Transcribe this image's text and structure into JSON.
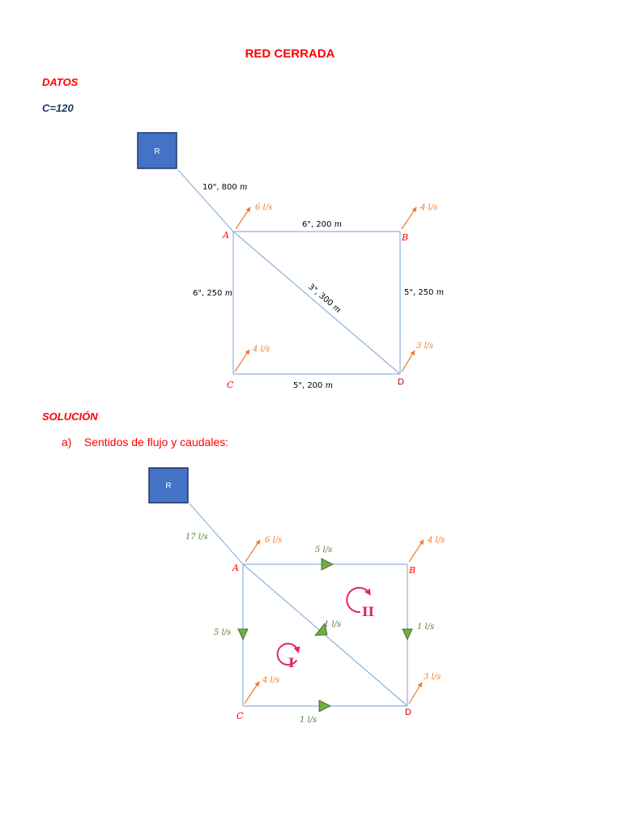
{
  "title": "RED CERRADA",
  "datos_heading": "DATOS",
  "c_value": "C=120",
  "solucion_heading": "SOLUCIÓN",
  "item_a": {
    "label": "a)",
    "text": "Sentidos de flujo y caudales:"
  },
  "reservoir_label": "R",
  "nodes": {
    "a": "A",
    "b": "B",
    "c": "C",
    "d": "D"
  },
  "diagram1": {
    "pipes": {
      "r_a": {
        "spec": "10\", 800 ",
        "unit": "m"
      },
      "a_b": {
        "spec": "6\", 200 ",
        "unit": "m"
      },
      "a_c": {
        "spec": "6\", 250 ",
        "unit": "m"
      },
      "b_d": {
        "spec": "5\", 250 ",
        "unit": "m"
      },
      "c_d": {
        "spec": "5\", 200 ",
        "unit": "m"
      },
      "a_d": {
        "spec": "3\", 300 ",
        "unit": "m"
      }
    },
    "demands": {
      "a": "6 l/s",
      "b": "4 l/s",
      "c": "4 l/s",
      "d": "3 l/s"
    }
  },
  "diagram2": {
    "flows": {
      "r_a": "17 l/s",
      "a_b": "5 l/s",
      "a_c": "5 l/s",
      "b_d": "1 l/s",
      "c_d": "1 l/s",
      "a_d": "1 l/s"
    },
    "demands": {
      "a": "6 l/s",
      "b": "4 l/s",
      "c": "4 l/s",
      "d": "3 l/s"
    },
    "loops": {
      "loop1": "I",
      "loop2": "II"
    }
  },
  "colors": {
    "title_red": "#ff0000",
    "heading_blue": "#1f3864",
    "pipe_blue": "#8fb1e0",
    "reservoir": "#4472c4",
    "demand_orange": "#ed7d31",
    "flow_green": "#548235",
    "triangle_green": "#70ad47",
    "loop_magenta": "#e0246e"
  },
  "icons": [
    "demand-arrow-icon",
    "flow-direction-triangle-icon",
    "loop-rotation-arrow-icon"
  ]
}
